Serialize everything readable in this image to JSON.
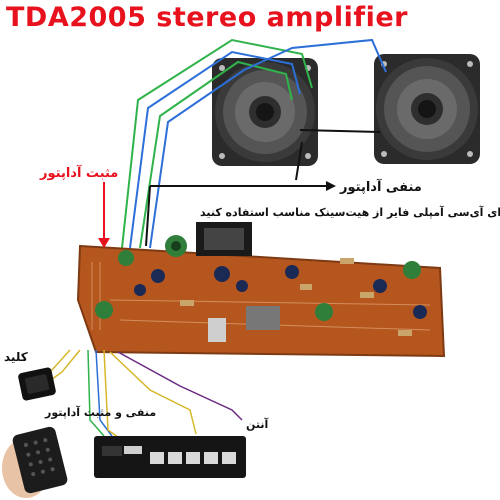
{
  "title": "TDA2005 stereo  amplifier",
  "labels": {
    "positive_adapter": "مثبت آداپتور",
    "negative_adapter": "منفی آداپتور",
    "heatsink_note": "برای آی‌سی آمپلی فایر از هیت‌سینک مناسب استفاده کنید",
    "key": "کلید",
    "power": "منفی و مثبت آداپتور",
    "antenna": "آنتن"
  },
  "colors": {
    "title": "#e8121e",
    "board": "#b5561f",
    "arrow_red": "#e8121e",
    "wire_green": "#2fb34a",
    "wire_blue": "#2c6fd6",
    "wire_yellow": "#d6b72a",
    "wire_purple": "#6d2a83"
  }
}
